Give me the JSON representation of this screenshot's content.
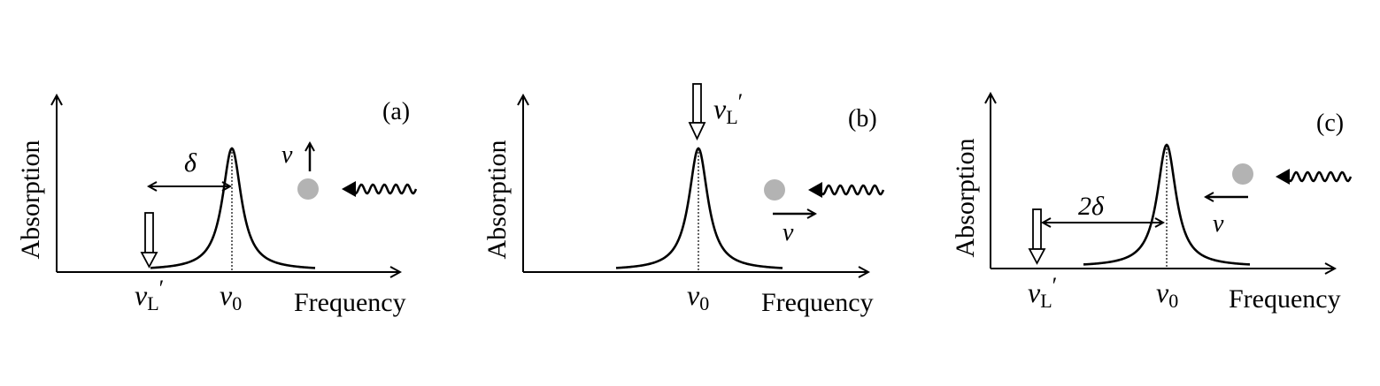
{
  "panels": [
    {
      "id": "a",
      "tag": "(a)",
      "ylabel": "Absorption",
      "xlabel": "Frequency",
      "laser_symbol": "ν",
      "laser_sub": "L",
      "laser_prime": "′",
      "center_symbol": "ν",
      "center_sub": "0",
      "detuning_label": "δ",
      "velocity_label": "v",
      "velocity_direction": "up"
    },
    {
      "id": "b",
      "tag": "(b)",
      "ylabel": "Absorption",
      "xlabel": "Frequency",
      "laser_symbol": "ν",
      "laser_sub": "L",
      "laser_prime": "′",
      "center_symbol": "ν",
      "center_sub": "0",
      "velocity_label": "v",
      "velocity_direction": "right"
    },
    {
      "id": "c",
      "tag": "(c)",
      "ylabel": "Absorption",
      "xlabel": "Frequency",
      "laser_symbol": "ν",
      "laser_sub": "L",
      "laser_prime": "′",
      "center_symbol": "ν",
      "center_sub": "0",
      "detuning_label": "2δ",
      "velocity_label": "v",
      "velocity_direction": "left"
    }
  ],
  "colors": {
    "line": "#000000",
    "atom": "#b3b3b3",
    "background": "#ffffff"
  }
}
